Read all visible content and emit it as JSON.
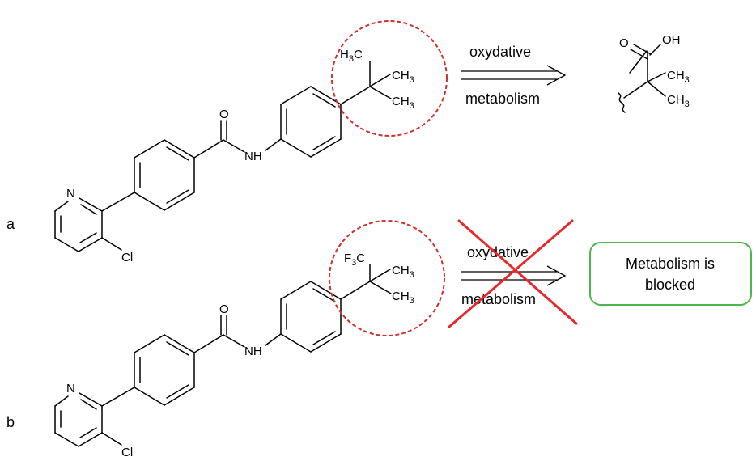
{
  "panel_a": {
    "label": "a",
    "atoms": {
      "pyridine_n": "N",
      "chloro": "Cl",
      "carbonyl_o": "O",
      "amide_nh": "NH",
      "ch3_left": "H",
      "ch3_left_sub": "3",
      "ch3_left_c": "C",
      "ch3_top_c": "CH",
      "ch3_top_sub": "3",
      "ch3_bottom_c": "CH",
      "ch3_bottom_sub": "3"
    },
    "arrow_top": "oxydative",
    "arrow_bottom": "metabolism",
    "product": {
      "o": "O",
      "oh": "OH",
      "ch3_1": "CH",
      "ch3_1_sub": "3",
      "ch3_2": "CH",
      "ch3_2_sub": "3"
    }
  },
  "panel_b": {
    "label": "b",
    "atoms": {
      "pyridine_n": "N",
      "chloro": "Cl",
      "carbonyl_o": "O",
      "amide_nh": "NH",
      "cf3_f": "F",
      "cf3_sub": "3",
      "cf3_c": "C",
      "ch3_top_c": "CH",
      "ch3_top_sub": "3",
      "ch3_bottom_c": "CH",
      "ch3_bottom_sub": "3"
    },
    "arrow_top": "oxydative",
    "arrow_bottom": "metabolism",
    "result_line1": "Metabolism is",
    "result_line2": "blocked"
  },
  "colors": {
    "highlight_circle": "#d0312d",
    "cross": "#e8282b",
    "result_box": "#4cb84c",
    "bonds": "#000000"
  }
}
